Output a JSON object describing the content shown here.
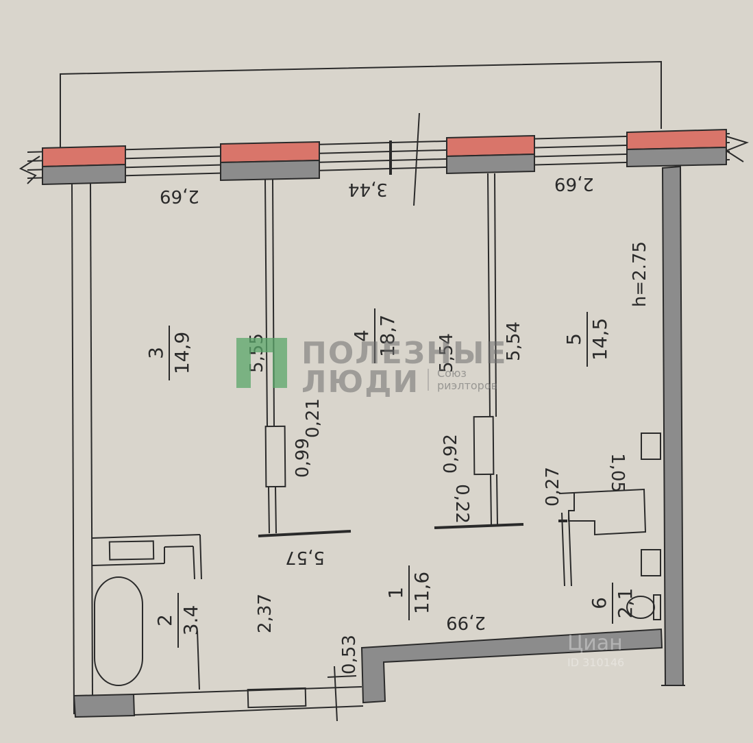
{
  "plan": {
    "ceiling_height": "h=2.75",
    "colors": {
      "background": "#d9d5cc",
      "line": "#2a2a2a",
      "wall_fill": "#8c8c8c",
      "window_red": "#d9756a",
      "logo_green": "#5aa56a"
    },
    "rooms": [
      {
        "number": "1",
        "area": "11,6"
      },
      {
        "number": "2",
        "area": "3.4"
      },
      {
        "number": "3",
        "area": "14,9"
      },
      {
        "number": "4",
        "area": "18,7"
      },
      {
        "number": "5",
        "area": "14,5"
      },
      {
        "number": "6",
        "area": "2,1"
      }
    ],
    "dimensions": {
      "top_left": "2,69",
      "top_center": "3,44",
      "top_right": "2,69",
      "wall_left_len": "5,55",
      "wall_right_len_a": "5,54",
      "wall_right_len_b": "5,54",
      "door_left_offset": "0,21",
      "door_left_width": "0,99",
      "door_right_width": "0,92",
      "door_right_offset": "0,22",
      "hall_width": "5,57",
      "bath_length": "2,37",
      "entry_wall": "0,53",
      "hall_bottom": "2,99",
      "wc_small": "0,27",
      "wc_width": "1,05"
    }
  },
  "watermark": {
    "line1": "ПОЛЕЗНЫЕ",
    "line2": "ЛЮДИ",
    "tag1": "Союз",
    "tag2": "риэлторов",
    "listing_brand": "Циан",
    "listing_id": "ID 310146"
  }
}
